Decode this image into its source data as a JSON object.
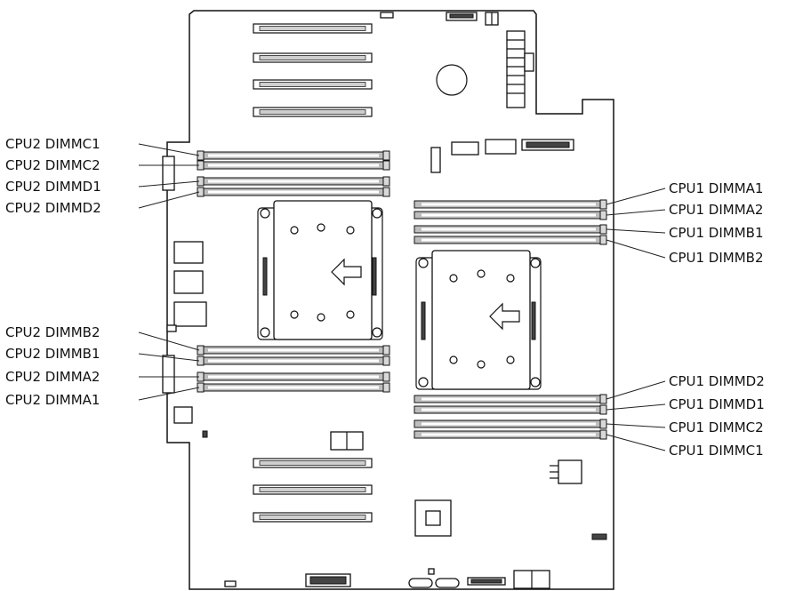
{
  "labels": {
    "left": [
      "CPU2 DIMMC1",
      "CPU2 DIMMC2",
      "CPU2 DIMMD1",
      "CPU2 DIMMD2",
      "CPU2 DIMMB2",
      "CPU2 DIMMB1",
      "CPU2 DIMMA2",
      "CPU2 DIMMA1"
    ],
    "right": [
      "CPU1 DIMMA1",
      "CPU1 DIMMA2",
      "CPU1 DIMMB1",
      "CPU1 DIMMB2",
      "CPU1 DIMMD2",
      "CPU1 DIMMD1",
      "CPU1 DIMMC2",
      "CPU1 DIMMC1"
    ]
  }
}
